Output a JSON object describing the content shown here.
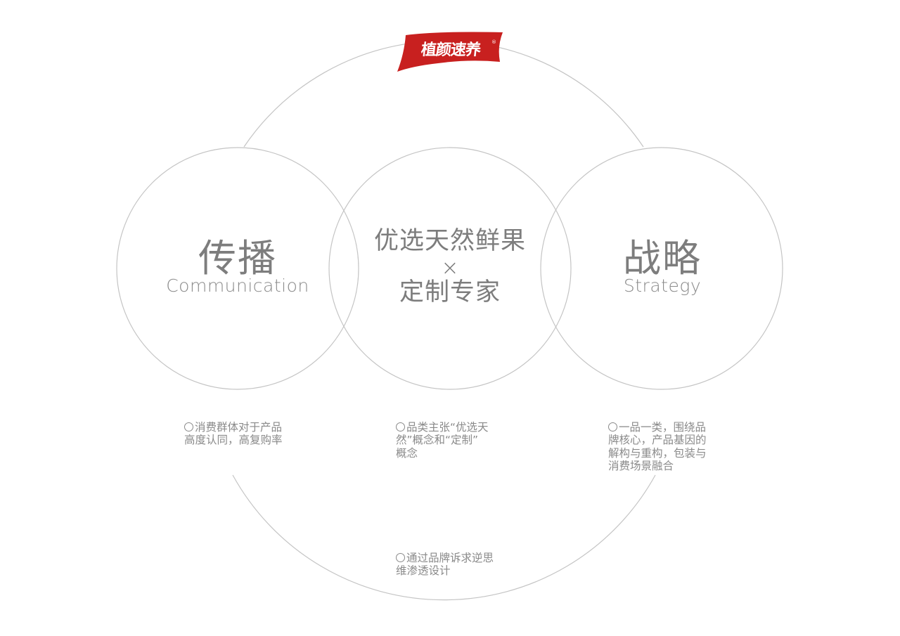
{
  "brand": {
    "logo_text": "植颜速养",
    "registered_mark": "®",
    "color": "#c8201f"
  },
  "circles": {
    "left": {
      "title_cn": "传播",
      "title_en": "Communication"
    },
    "center": {
      "line1": "优选天然鲜果",
      "times": "×",
      "line2": "定制专家"
    },
    "right": {
      "title_cn": "战略",
      "title_en": "Strategy"
    }
  },
  "notes": {
    "left": "消费群体对于产品\n高度认同，高复购率",
    "center": "品类主张“优选天\n然”概念和“定制”\n概念",
    "right": "一品一类，围绕品\n牌核心，产品基因的\n解构与重构，包装与\n消费场景融合",
    "bottom": "通过品牌诉求逆思\n维渗透设计"
  },
  "colors": {
    "line": "#c4c4c4",
    "text": "#7d7d7d"
  },
  "icons": {
    "bullet": "hollow-circle-bullet-icon"
  }
}
